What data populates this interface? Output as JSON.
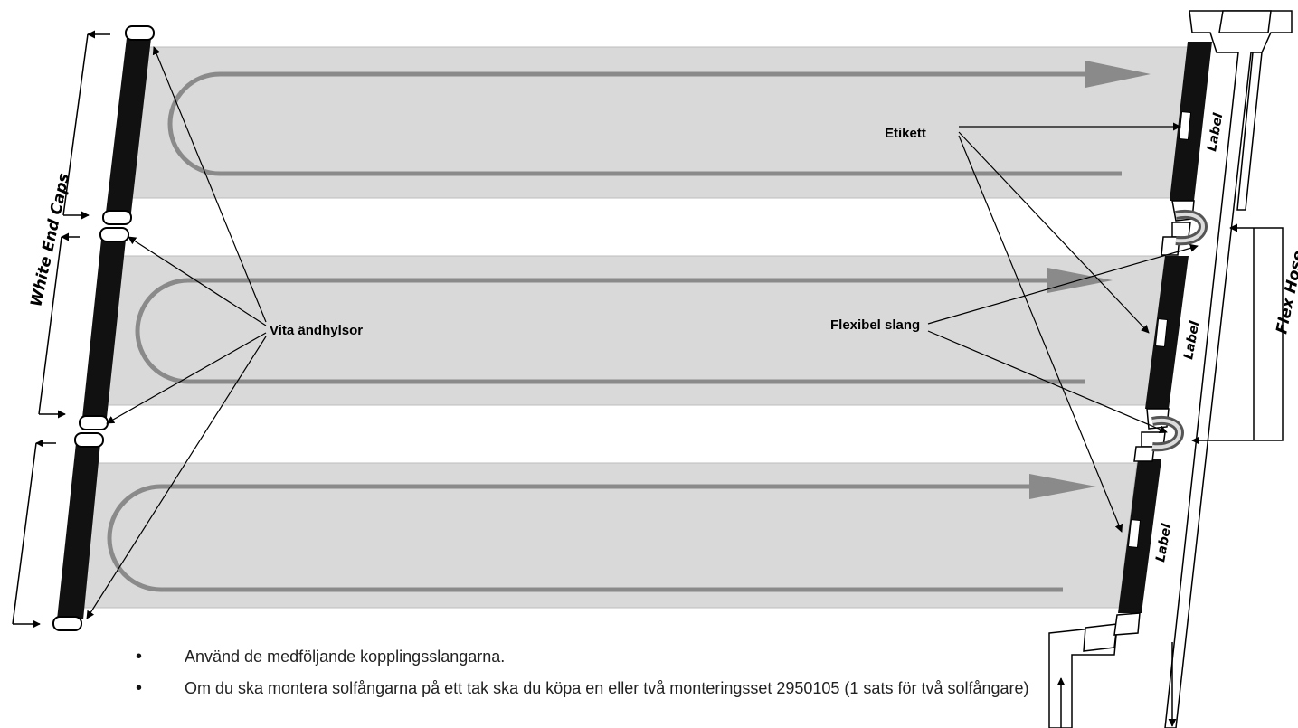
{
  "callouts": {
    "etikett": "Etikett",
    "vita_andhylsor": "Vita ändhylsor",
    "flexibel_slang": "Flexibel slang"
  },
  "side_labels": {
    "white_end_caps": "White End Caps",
    "flex_hose": "Flex Hose"
  },
  "panel_label": "Label",
  "panels": [
    {
      "label": "Label"
    },
    {
      "label": "Label"
    },
    {
      "label": "Label"
    }
  ],
  "notes": [
    "Använd de medföljande kopplingsslangarna.",
    "Om du ska montera solfångarna på ett tak ska du köpa en eller två monteringsset 2950105 (1 sats för två solfångare)"
  ],
  "colors": {
    "panel_fill": "#d9d9d9",
    "flow_arrow": "#8a8a8a",
    "header_pipe": "#111111",
    "end_cap": "#ffffff"
  }
}
